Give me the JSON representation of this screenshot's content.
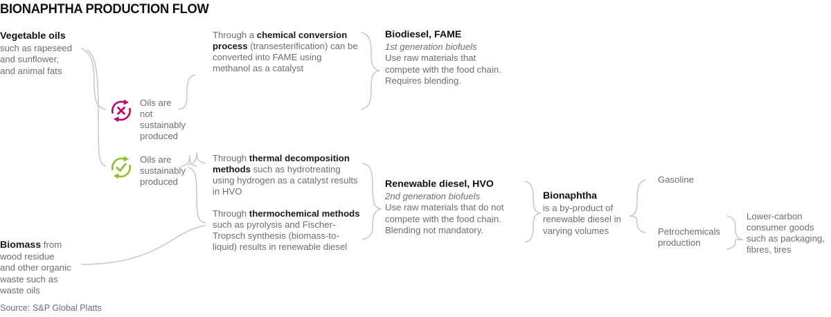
{
  "title": "BIONAPHTHA PRODUCTION FLOW",
  "source": "Source: S&P Global Platts",
  "colors": {
    "magenta": "#C5006E",
    "green": "#8DC12A",
    "connector": "#C9C9C9",
    "body_text": "#6d6e71",
    "heading_text": "#111111"
  },
  "inputs": {
    "vegetable_oils": {
      "heading": "Vegetable oils",
      "body": "such as rapeseed and sunflower, and animal fats",
      "lines": [
        "such as rapeseed",
        "and sunflower,",
        "and animal fats"
      ]
    },
    "biomass": {
      "heading": "Biomass",
      "heading_suffix": " from",
      "body": "wood residue and other organic waste such as waste oils",
      "lines": [
        "wood residue",
        "and other organic",
        "waste such as",
        "waste oils"
      ]
    }
  },
  "gates": [
    {
      "id": "not-sustainable",
      "icon": "circular-arrows-x-icon",
      "color": "#C5006E",
      "label_lines": [
        "Oils are not",
        "sustainably",
        "produced"
      ]
    },
    {
      "id": "sustainable",
      "icon": "circular-arrows-check-icon",
      "color": "#8DC12A",
      "label_lines": [
        "Oils are",
        "sustainably",
        "produced"
      ]
    }
  ],
  "processes": {
    "chemical_conversion": {
      "pre": "Through a ",
      "bold": "chemical conversion process",
      "post": " (transesterification) can be converted into FAME using methanol as a catalyst"
    },
    "thermal_decomposition": {
      "pre": "Through ",
      "bold": "thermal decomposition methods",
      "post": " such as hydrotreating using hydrogen as a catalyst results in HVO"
    },
    "thermochemical": {
      "pre": "Through ",
      "bold": "thermochemical methods",
      "post": " such as pyrolysis and Fischer-Tropsch synthesis (biomass-to-liquid) results in renewable diesel"
    }
  },
  "outputs": {
    "biodiesel": {
      "heading": "Biodiesel, FAME",
      "subtitle": "1st generation biofuels",
      "body": "Use raw materials that compete with the food chain. Requires blending.",
      "lines": [
        "Use raw materials that",
        "compete with the food chain.",
        "Requires blending."
      ]
    },
    "renewable_diesel": {
      "heading": "Renewable diesel, HVO",
      "subtitle": "2nd generation biofuels",
      "body": "Use raw materials that do not compete with the food chain. Blending not mandatory.",
      "lines": [
        "Use raw materials that do not",
        "compete with the food chain.",
        "Blending not mandatory."
      ]
    },
    "bionaphtha": {
      "heading": "Bionaphtha",
      "body": "is a by-product of renewable diesel in varying volumes",
      "lines": [
        "is a by-product of",
        "renewable diesel in",
        "varying volumes"
      ]
    }
  },
  "end_uses": {
    "gasoline": {
      "label": "Gasoline"
    },
    "petrochemicals": {
      "label": "Petrochemicals production",
      "lines": [
        "Petrochemicals",
        "production"
      ]
    },
    "lower_carbon": {
      "label": "Lower-carbon consumer goods such as packaging, fibres, tires",
      "lines": [
        "Lower-carbon",
        "consumer goods",
        "such as packaging,",
        "fibres, tires"
      ]
    }
  }
}
